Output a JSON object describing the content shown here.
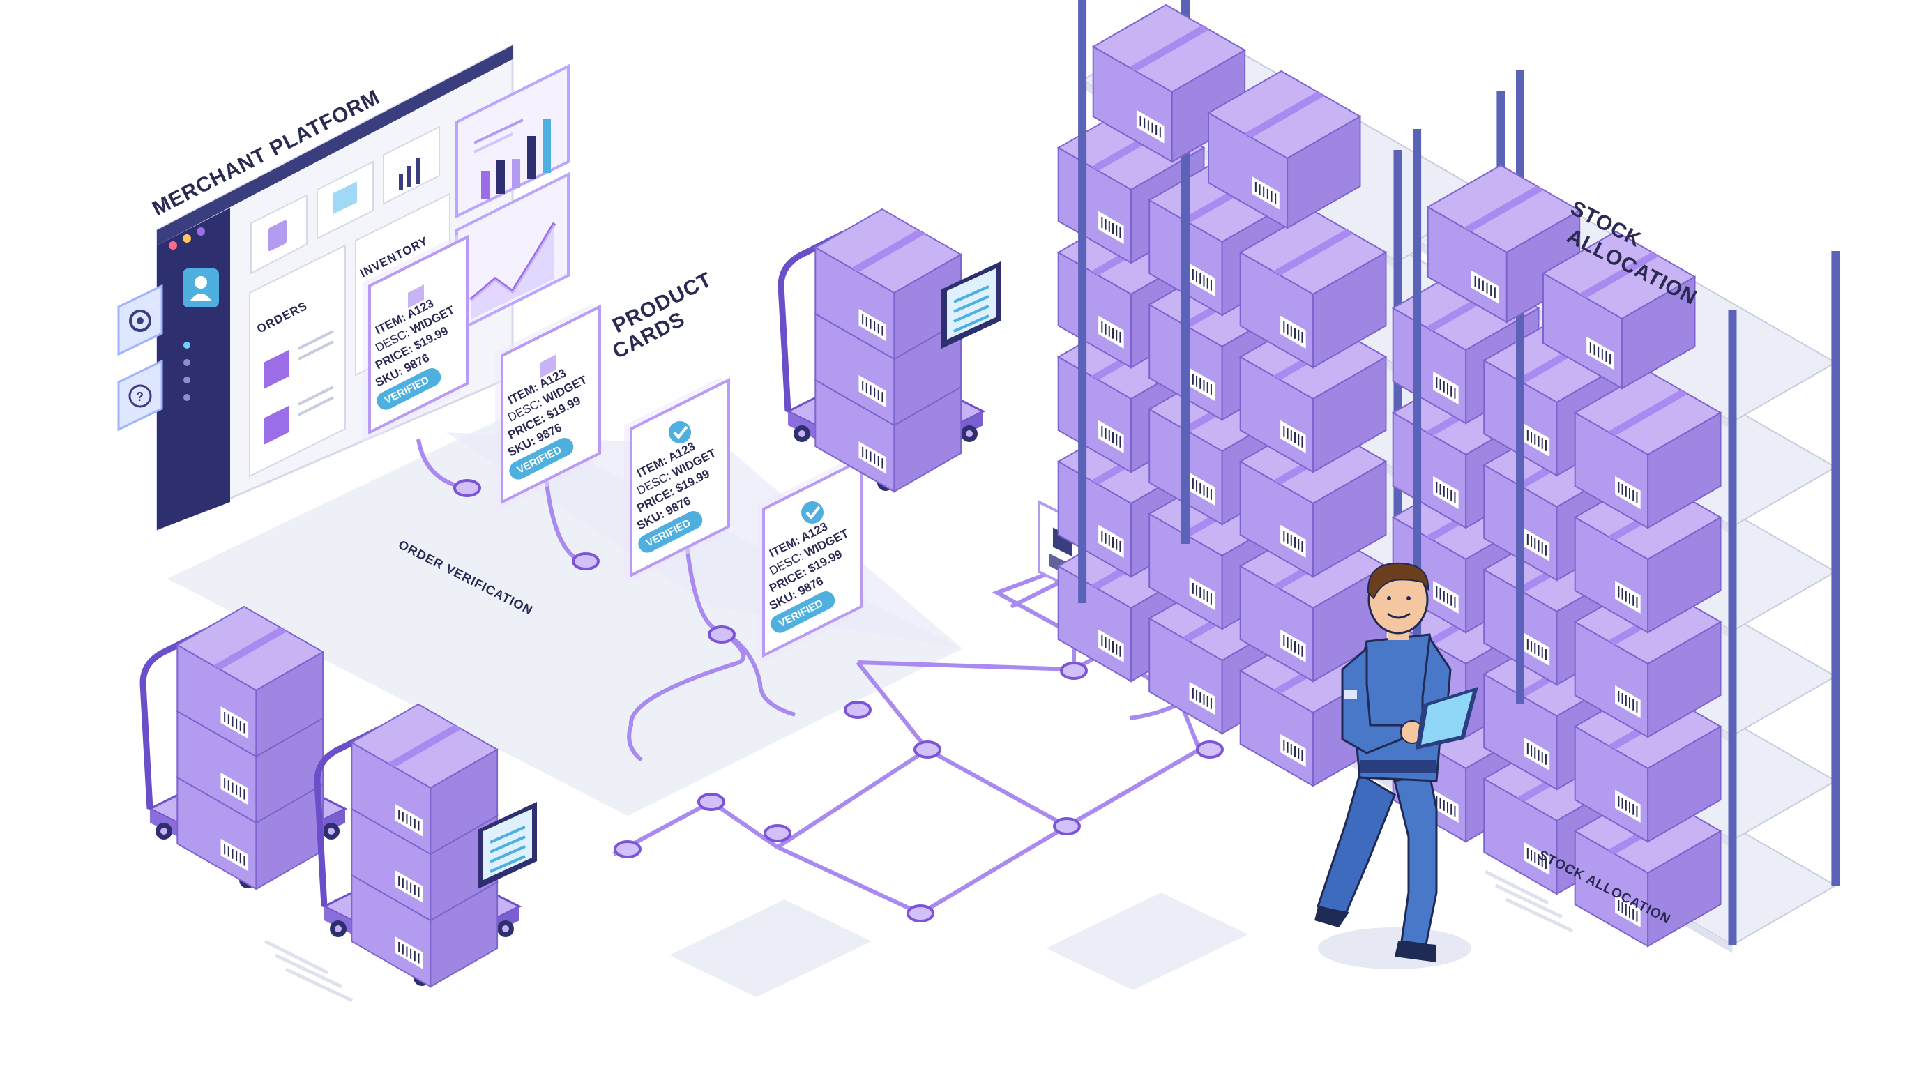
{
  "labels": {
    "merchant_platform": "MERCHANT PLATFORM",
    "inventory": "INVENTORY",
    "orders": "ORDERS",
    "product_cards": [
      "PRODUCT",
      "CARDS"
    ],
    "order_verification": "ORDER VERIFICATION",
    "stock_allocation_top": [
      "STOCK",
      "ALLOCATION"
    ],
    "stock_allocation_bottom": "STOCK ALLOCATION"
  },
  "product_cards": [
    {
      "item": "ITEM: A123",
      "desc_prefix": "DESC: ",
      "desc_value": "WIDGET",
      "price": "PRICE: $19.99",
      "sku": "SKU: 9876",
      "badge": "VERIFIED",
      "icon": "box-icon"
    },
    {
      "item": "ITEM: A123",
      "desc_prefix": "DESC: ",
      "desc_value": "WIDGET",
      "price": "PRICE: $19.99",
      "sku": "SKU: 9876",
      "badge": "VERIFIED",
      "icon": "box-icon"
    },
    {
      "item": "ITEM: A123",
      "desc_prefix": "DESC: ",
      "desc_value": "WIDGET",
      "price": "PRICE: $19.99",
      "sku": "SKU: 9876",
      "badge": "VERIFIED",
      "icon": "check-icon"
    },
    {
      "item": "ITEM: A123",
      "desc_prefix": "DESC: ",
      "desc_value": "WIDGET",
      "price": "PRICE: $19.99",
      "sku": "SKU: 9876",
      "badge": "VERIFIED",
      "icon": "check-icon"
    }
  ],
  "sidebar_icons": [
    "gear-icon",
    "help-icon"
  ],
  "colors": {
    "accent": "#9b6ee8",
    "box_light": "#c8b3f5",
    "box_mid": "#b39cf0",
    "box_dark": "#9f86e2",
    "rack": "#5b63b8",
    "worker_shirt": "#4a78c8",
    "badge": "#4fb0e0",
    "dashboard_navy": "#2e2f6e"
  }
}
